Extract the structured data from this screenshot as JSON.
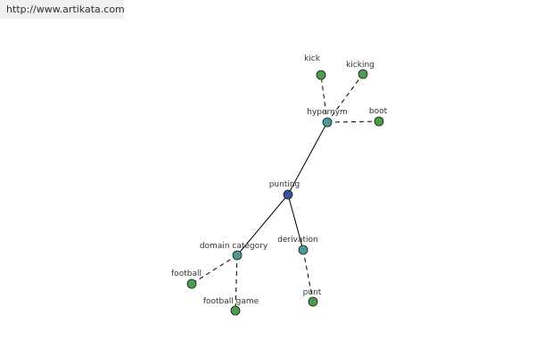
{
  "site_url": "http://www.artikata.com",
  "colors": {
    "root_node": "#3a4f9e",
    "relation_node": "#4a9a9a",
    "leaf_node": "#4e9a4e"
  },
  "graph": {
    "root": {
      "id": "punting",
      "label": "punting",
      "kind": "root"
    },
    "relations": [
      {
        "id": "hypernym",
        "label": "hypernym",
        "kind": "relation"
      },
      {
        "id": "domain-category",
        "label": "domain category",
        "kind": "relation"
      },
      {
        "id": "derivation",
        "label": "derivation",
        "kind": "relation"
      }
    ],
    "leaves": [
      {
        "id": "kick",
        "label": "kick",
        "parent": "hypernym",
        "kind": "leaf"
      },
      {
        "id": "kicking",
        "label": "kicking",
        "parent": "hypernym",
        "kind": "leaf"
      },
      {
        "id": "boot",
        "label": "boot",
        "parent": "hypernym",
        "kind": "leaf"
      },
      {
        "id": "football",
        "label": "football",
        "parent": "domain-category",
        "kind": "leaf"
      },
      {
        "id": "football-game",
        "label": "football game",
        "parent": "domain-category",
        "kind": "leaf"
      },
      {
        "id": "punt",
        "label": "punt",
        "parent": "derivation",
        "kind": "leaf"
      }
    ]
  }
}
